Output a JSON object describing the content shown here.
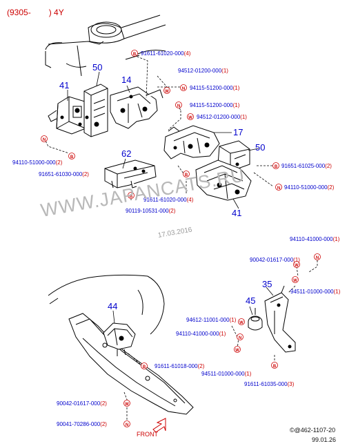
{
  "header": {
    "code_text": "(9305-",
    "model_text": ") 4Y"
  },
  "watermark": {
    "site": "WWW.JAPANCATS.RU",
    "date": "17.03.2016"
  },
  "footer": {
    "figure_id": "©@462-1107-20",
    "revision": "99.01.26"
  },
  "front_label": "FRONT",
  "colors": {
    "ref": "#cc0000",
    "num": "#0000cc",
    "line": "#000000"
  },
  "item_numbers": [
    {
      "id": "41",
      "label": "41"
    },
    {
      "id": "50",
      "label": "50"
    },
    {
      "id": "14",
      "label": "14"
    },
    {
      "id": "17",
      "label": "17"
    },
    {
      "id": "50b",
      "label": "50"
    },
    {
      "id": "62",
      "label": "62"
    },
    {
      "id": "41b",
      "label": "41"
    },
    {
      "id": "44",
      "label": "44"
    },
    {
      "id": "35",
      "label": "35"
    },
    {
      "id": "45",
      "label": "45"
    }
  ],
  "references": [
    {
      "id": "r1",
      "marker": "B",
      "part_number": "91611-61020-000",
      "qty": "(4)"
    },
    {
      "id": "r2",
      "marker": "W",
      "part_number": "94512-01200-000",
      "qty": "(1)"
    },
    {
      "id": "r3",
      "marker": "N",
      "part_number": "94115-51200-000",
      "qty": "(1)"
    },
    {
      "id": "r4",
      "marker": "N",
      "part_number": "94115-51200-000",
      "qty": "(1)"
    },
    {
      "id": "r5",
      "marker": "W",
      "part_number": "94512-01200-000",
      "qty": "(1)"
    },
    {
      "id": "r6",
      "marker": "N",
      "part_number": "94110-51000-000",
      "qty": "(2)"
    },
    {
      "id": "r7",
      "marker": "B",
      "part_number": "91651-61030-000",
      "qty": "(2)"
    },
    {
      "id": "r8",
      "marker": "B",
      "part_number": "91651-61025-000",
      "qty": "(2)"
    },
    {
      "id": "r9",
      "marker": "N",
      "part_number": "94110-51000-000",
      "qty": "(2)"
    },
    {
      "id": "r10",
      "marker": "B",
      "part_number": "91611-61020-000",
      "qty": "(4)"
    },
    {
      "id": "r11",
      "marker": "B",
      "part_number": "90119-10531-000",
      "qty": "(2)"
    },
    {
      "id": "r12",
      "marker": "N",
      "part_number": "94110-41000-000",
      "qty": "(1)"
    },
    {
      "id": "r13",
      "marker": "W",
      "part_number": "90042-01617-000",
      "qty": "(1)"
    },
    {
      "id": "r14",
      "marker": "W",
      "part_number": "94511-01000-000",
      "qty": "(1)"
    },
    {
      "id": "r15",
      "marker": "W",
      "part_number": "94612-11001-000",
      "qty": "(1)"
    },
    {
      "id": "r16",
      "marker": "N",
      "part_number": "94110-41000-000",
      "qty": "(1)"
    },
    {
      "id": "r17",
      "marker": "B",
      "part_number": "91611-61018-000",
      "qty": "(2)"
    },
    {
      "id": "r18",
      "marker": "W",
      "part_number": "94511-01000-000",
      "qty": "(1)"
    },
    {
      "id": "r19",
      "marker": "B",
      "part_number": "91611-61035-000",
      "qty": "(3)"
    },
    {
      "id": "r20",
      "marker": "W",
      "part_number": "90042-01617-000",
      "qty": "(2)"
    },
    {
      "id": "r21",
      "marker": "N",
      "part_number": "90041-70286-000",
      "qty": "(2)"
    }
  ]
}
